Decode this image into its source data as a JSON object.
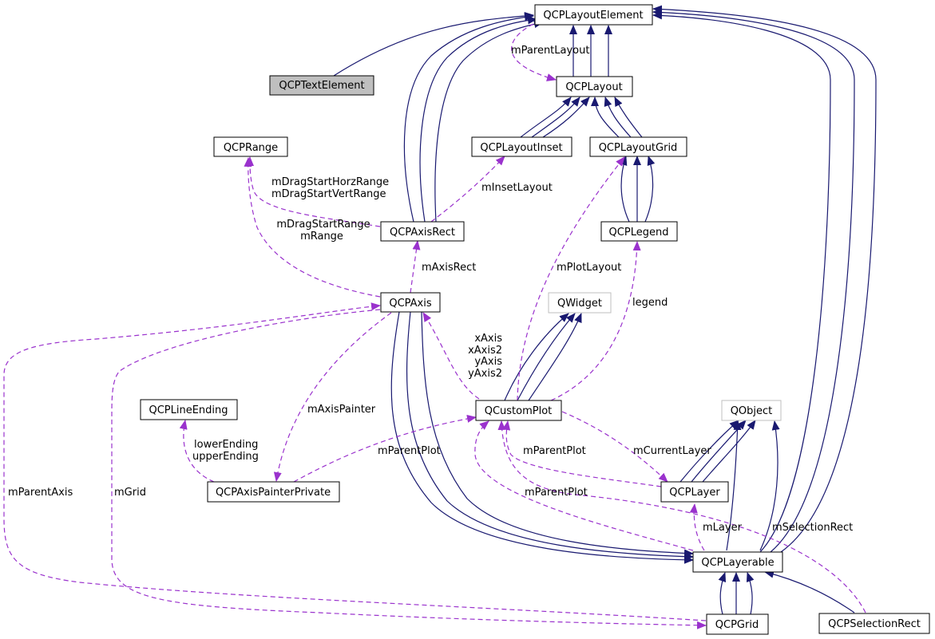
{
  "diagram": {
    "colors": {
      "inheritance": "#191970",
      "usage": "#9a32cd",
      "highlight_fill": "#bfbfbf",
      "external_border": "#bfbfbf"
    },
    "nodes": {
      "layout_element": "QCPLayoutElement",
      "text_element": "QCPTextElement",
      "layout": "QCPLayout",
      "range": "QCPRange",
      "layout_inset": "QCPLayoutInset",
      "layout_grid": "QCPLayoutGrid",
      "axis_rect": "QCPAxisRect",
      "legend": "QCPLegend",
      "axis": "QCPAxis",
      "qwidget": "QWidget",
      "line_ending": "QCPLineEnding",
      "custom_plot": "QCustomPlot",
      "qobject": "QObject",
      "axis_painter_private": "QCPAxisPainterPrivate",
      "layer": "QCPLayer",
      "layerable": "QCPLayerable",
      "grid": "QCPGrid",
      "selection_rect": "QCPSelectionRect"
    },
    "edge_labels": {
      "m_parent_layout": "mParentLayout",
      "m_drag_start_horz_range": "mDragStartHorzRange",
      "m_drag_start_vert_range": "mDragStartVertRange",
      "m_inset_layout": "mInsetLayout",
      "m_drag_start_range": "mDragStartRange",
      "m_range": "mRange",
      "m_axis_rect": "mAxisRect",
      "m_plot_layout": "mPlotLayout",
      "legend": "legend",
      "x_axis": "xAxis",
      "x_axis2": "xAxis2",
      "y_axis": "yAxis",
      "y_axis2": "yAxis2",
      "m_axis_painter": "mAxisPainter",
      "lower_ending": "lowerEnding",
      "upper_ending": "upperEnding",
      "m_parent_plot_left": "mParentPlot",
      "m_parent_plot_mid": "mParentPlot",
      "m_parent_plot_bottom": "mParentPlot",
      "m_current_layer": "mCurrentLayer",
      "m_parent_axis": "mParentAxis",
      "m_grid": "mGrid",
      "m_layer": "mLayer",
      "m_selection_rect": "mSelectionRect"
    }
  }
}
